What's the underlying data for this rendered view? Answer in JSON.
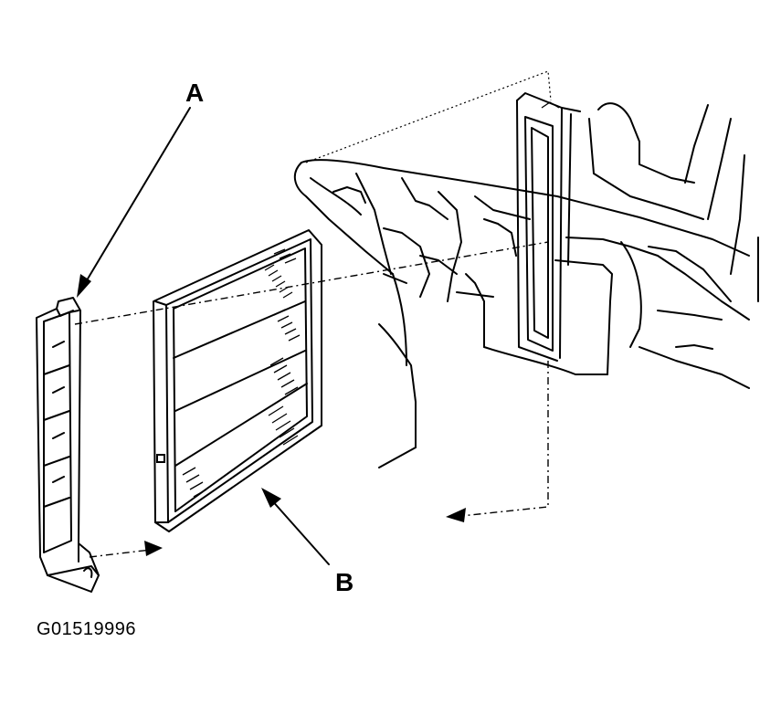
{
  "callouts": {
    "a": "A",
    "b": "B"
  },
  "figure_id": "G01519996",
  "colors": {
    "ink": "#000000",
    "paper": "#ffffff"
  }
}
